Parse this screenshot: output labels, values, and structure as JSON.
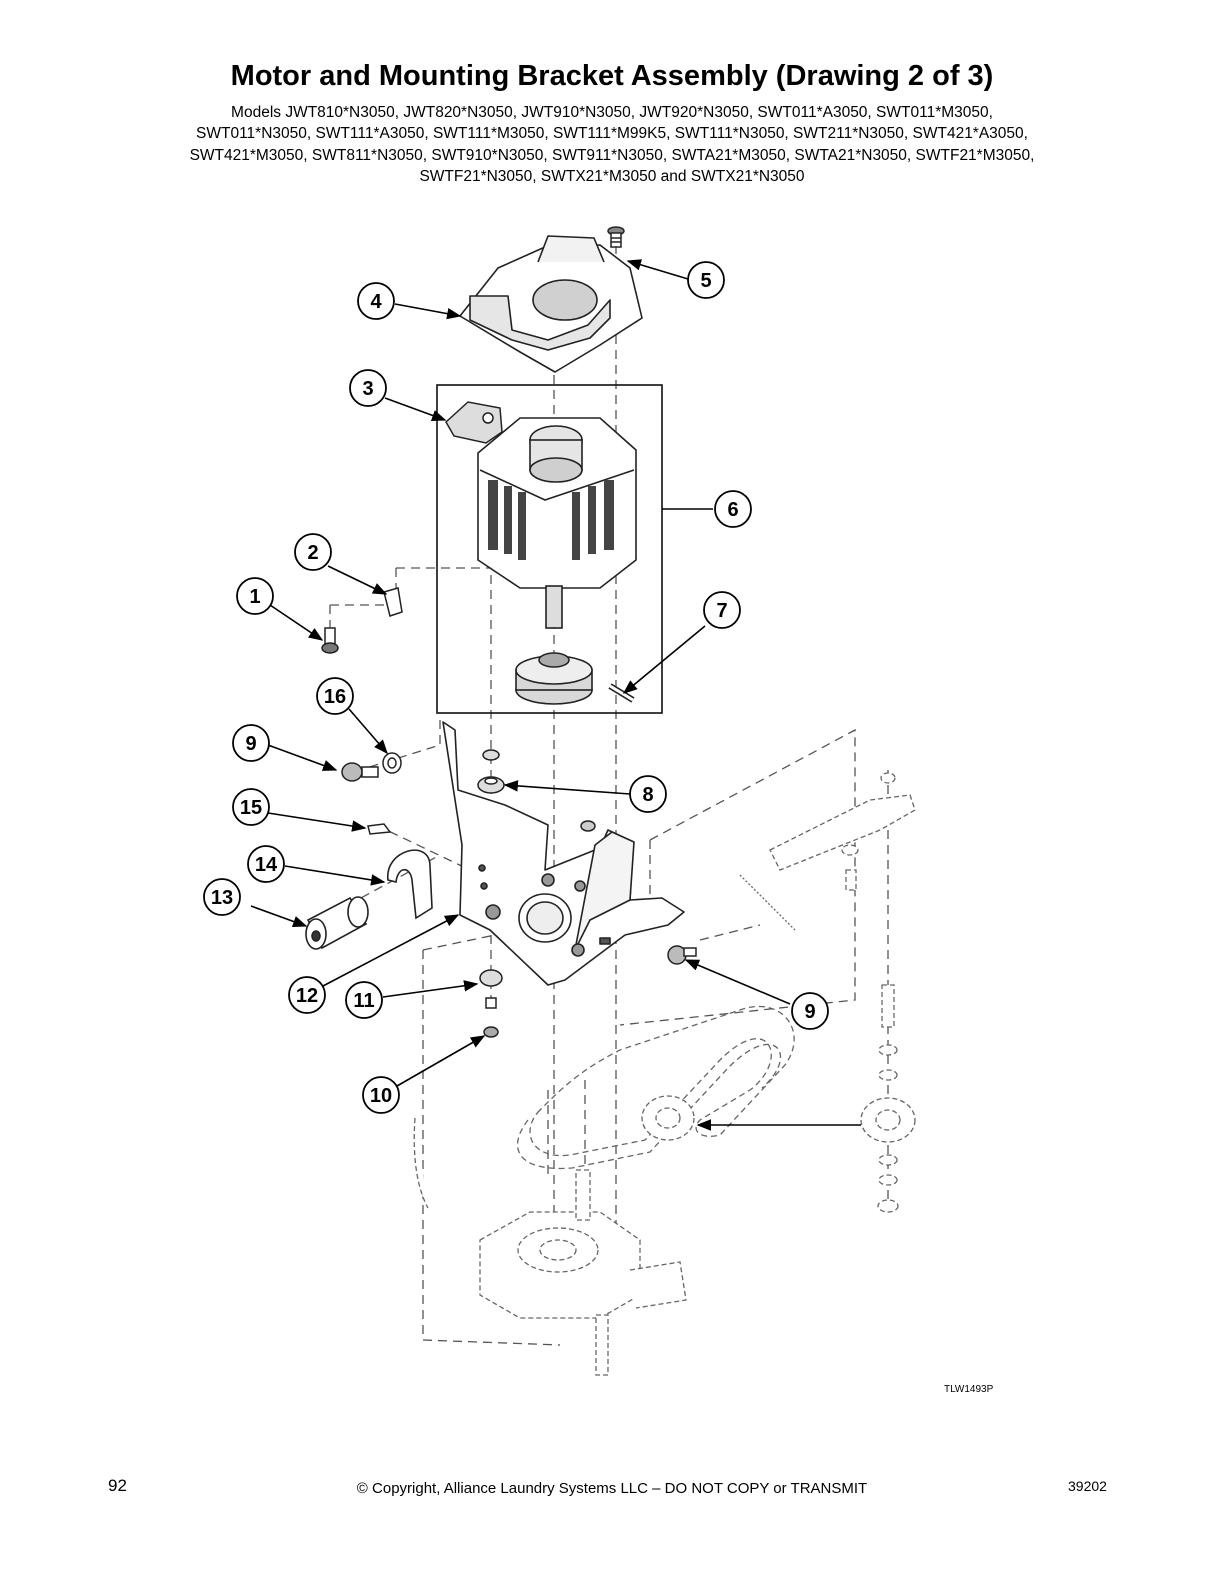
{
  "title": "Motor and Mounting Bracket Assembly (Drawing 2 of 3)",
  "models": [
    "Models JWT810*N3050, JWT820*N3050, JWT910*N3050, JWT920*N3050, SWT011*A3050, SWT011*M3050,",
    "SWT011*N3050, SWT111*A3050, SWT111*M3050, SWT111*M99K5, SWT111*N3050, SWT211*N3050, SWT421*A3050,",
    "SWT421*M3050, SWT811*N3050, SWT910*N3050, SWT911*N3050, SWTA21*M3050, SWTA21*N3050, SWTF21*M3050,",
    "SWTF21*N3050, SWTX21*M3050 and SWTX21*N3050"
  ],
  "callouts": [
    {
      "name": "callout-1",
      "label": "1"
    },
    {
      "name": "callout-2",
      "label": "2"
    },
    {
      "name": "callout-3",
      "label": "3"
    },
    {
      "name": "callout-4",
      "label": "4"
    },
    {
      "name": "callout-5",
      "label": "5"
    },
    {
      "name": "callout-6",
      "label": "6"
    },
    {
      "name": "callout-7",
      "label": "7"
    },
    {
      "name": "callout-8",
      "label": "8"
    },
    {
      "name": "callout-9-left",
      "label": "9"
    },
    {
      "name": "callout-9-right",
      "label": "9"
    },
    {
      "name": "callout-10",
      "label": "10"
    },
    {
      "name": "callout-11",
      "label": "11"
    },
    {
      "name": "callout-12",
      "label": "12"
    },
    {
      "name": "callout-13",
      "label": "13"
    },
    {
      "name": "callout-14",
      "label": "14"
    },
    {
      "name": "callout-15",
      "label": "15"
    },
    {
      "name": "callout-16",
      "label": "16"
    }
  ],
  "drawing_id": "TLW1493P",
  "footer": {
    "page_number": "92",
    "copyright": "© Copyright, Alliance Laundry Systems LLC – DO NOT COPY or TRANSMIT",
    "doc_number": "39202"
  }
}
